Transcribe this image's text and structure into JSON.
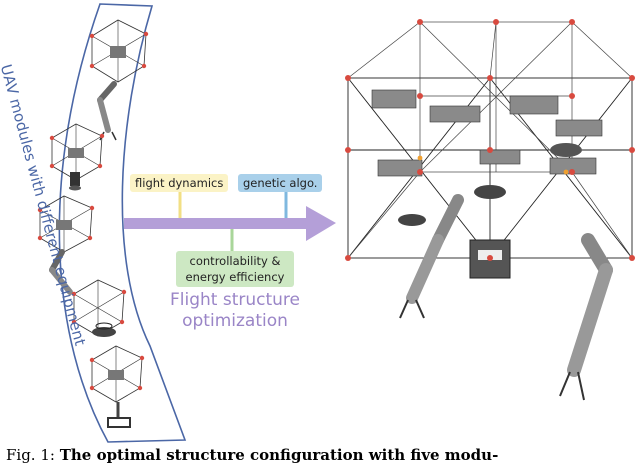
{
  "labels": {
    "flight_dynamics": "flight dynamics",
    "genetic_algo": "genetic algo.",
    "controllability_line1": "controllability &",
    "controllability_line2": "energy efficiency",
    "optimization_line1": "Flight structure",
    "optimization_line2": "optimization",
    "uav_modules": "UAV modules with different equipment"
  },
  "caption": {
    "prefix": "Fig. 1:",
    "bold_text": "The optimal structure configuration with five modu-"
  },
  "colors": {
    "frame_outline": "#4b67a6",
    "flight_dynamics_bg": "#fbf3c6",
    "genetic_algo_bg": "#a9d0ea",
    "controllability_bg": "#cde8c3",
    "arrow": "#b49fd8",
    "optimization_text": "#9a85c7",
    "motor_red": "#d84a3f"
  },
  "icons": [
    "drone-module-icon",
    "robot-arm-icon",
    "gripper-icon",
    "propeller-icon"
  ]
}
